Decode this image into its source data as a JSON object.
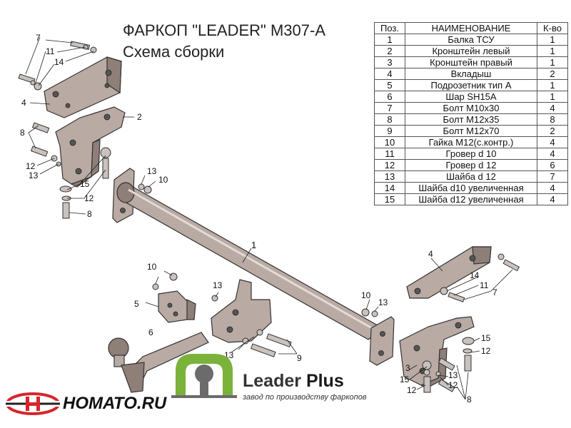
{
  "title": "ФАРКОП \"LEADER\" М307-А",
  "subtitle": "Схема сборки",
  "parts_table": {
    "headers": {
      "pos": "Поз.",
      "name": "НАИМЕНОВАНИЕ",
      "qty": "К-во"
    },
    "rows": [
      {
        "pos": "1",
        "name": "Балка ТСУ",
        "qty": "1"
      },
      {
        "pos": "2",
        "name": "Кронштейн левый",
        "qty": "1"
      },
      {
        "pos": "3",
        "name": "Кронштейн правый",
        "qty": "1"
      },
      {
        "pos": "4",
        "name": "Вкладыш",
        "qty": "2"
      },
      {
        "pos": "5",
        "name": "Подрозетник тип А",
        "qty": "1"
      },
      {
        "pos": "6",
        "name": "Шар SH15A",
        "qty": "1"
      },
      {
        "pos": "7",
        "name": "Болт М10х30",
        "qty": "4"
      },
      {
        "pos": "8",
        "name": "Болт М12х35",
        "qty": "8"
      },
      {
        "pos": "9",
        "name": "Болт М12х70",
        "qty": "2"
      },
      {
        "pos": "10",
        "name": "Гайка М12(с.контр.)",
        "qty": "4"
      },
      {
        "pos": "11",
        "name": "Гровер d 10",
        "qty": "4"
      },
      {
        "pos": "12",
        "name": "Гровер d 12",
        "qty": "6"
      },
      {
        "pos": "13",
        "name": "Шайба d 12",
        "qty": "7"
      },
      {
        "pos": "14",
        "name": "Шайба d10 увеличенная",
        "qty": "4"
      },
      {
        "pos": "15",
        "name": "Шайба d12 увеличенная",
        "qty": "4"
      }
    ]
  },
  "callouts": [
    "1",
    "2",
    "3",
    "4",
    "5",
    "6",
    "7",
    "8",
    "9",
    "10",
    "11",
    "12",
    "13",
    "14",
    "15"
  ],
  "brand": {
    "name": "Leader",
    "name_plus": "Plus",
    "tagline": "завод по производству фаркопов",
    "accent": "#7bb23a"
  },
  "site_logo": {
    "text": "НОМАТО.RU",
    "accent": "#d6262b"
  }
}
